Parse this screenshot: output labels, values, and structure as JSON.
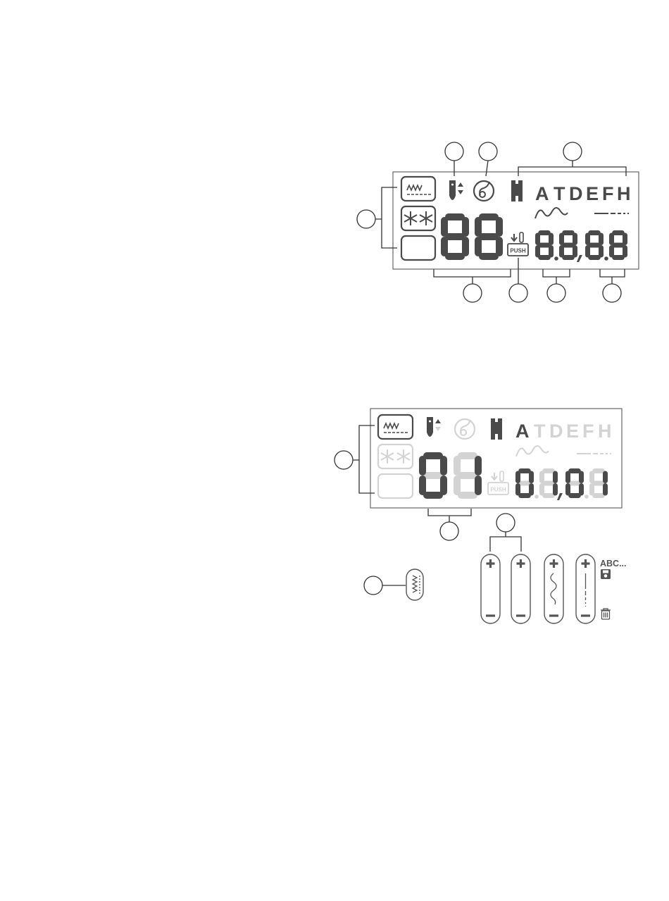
{
  "display1": {
    "foot_letters": [
      "A",
      "T",
      "D",
      "E",
      "F",
      "H"
    ],
    "push_label": "PUSH",
    "digits_main": [
      "8",
      "8"
    ],
    "digits_right": [
      "8",
      "8",
      "8",
      "8"
    ]
  },
  "display2": {
    "foot_letters": [
      "A",
      "T",
      "D",
      "E",
      "F",
      "H"
    ],
    "push_label": "PUSH",
    "digits_main": [
      "0",
      "1"
    ],
    "digits_right": [
      "0",
      "1",
      "0",
      "1"
    ]
  },
  "buttons": {
    "memory_label": "ABC..."
  },
  "colors": {
    "active": "#4a4a4a",
    "inactive": "#d3d3d3",
    "frame": "#666666",
    "label": "#555555"
  }
}
